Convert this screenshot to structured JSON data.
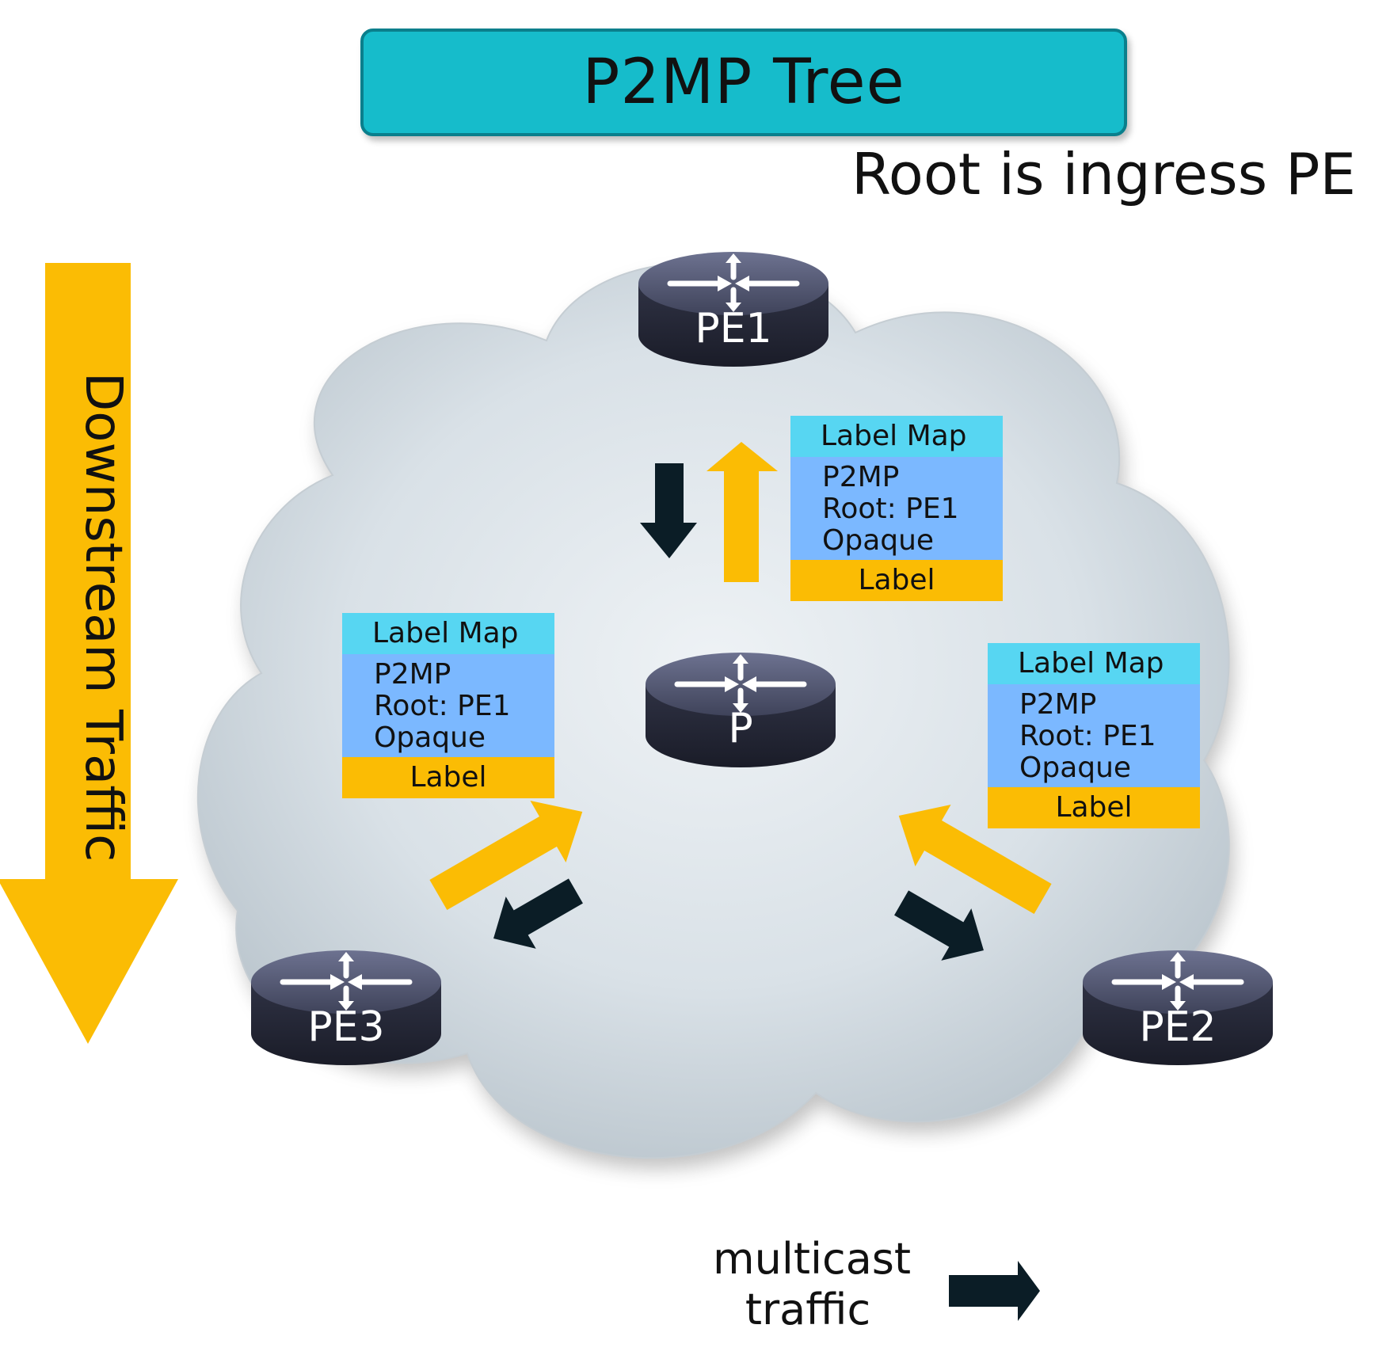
{
  "title": "P2MP Tree",
  "subtitle": "Root is ingress PE",
  "downstream_label": "Downstream Traffic",
  "routers": {
    "pe1": "PE1",
    "p": "P",
    "pe2": "PE2",
    "pe3": "PE3"
  },
  "label_maps": [
    {
      "header": "Label Map",
      "lines": [
        "P2MP",
        "Root: PE1",
        "Opaque"
      ],
      "footer": "Label"
    },
    {
      "header": "Label Map",
      "lines": [
        "P2MP",
        "Root: PE1",
        "Opaque"
      ],
      "footer": "Label"
    },
    {
      "header": "Label Map",
      "lines": [
        "P2MP",
        "Root: PE1",
        "Opaque"
      ],
      "footer": "Label"
    }
  ],
  "legend": {
    "label_line1": "multicast",
    "label_line2": "traffic"
  },
  "colors": {
    "accent": "#16bccb",
    "arrow_yellow": "#fbbc04",
    "arrow_dark": "#0b1d26",
    "lm_header": "#57d6f2",
    "lm_body": "#7bb8ff",
    "lm_footer": "#fbbc04"
  }
}
